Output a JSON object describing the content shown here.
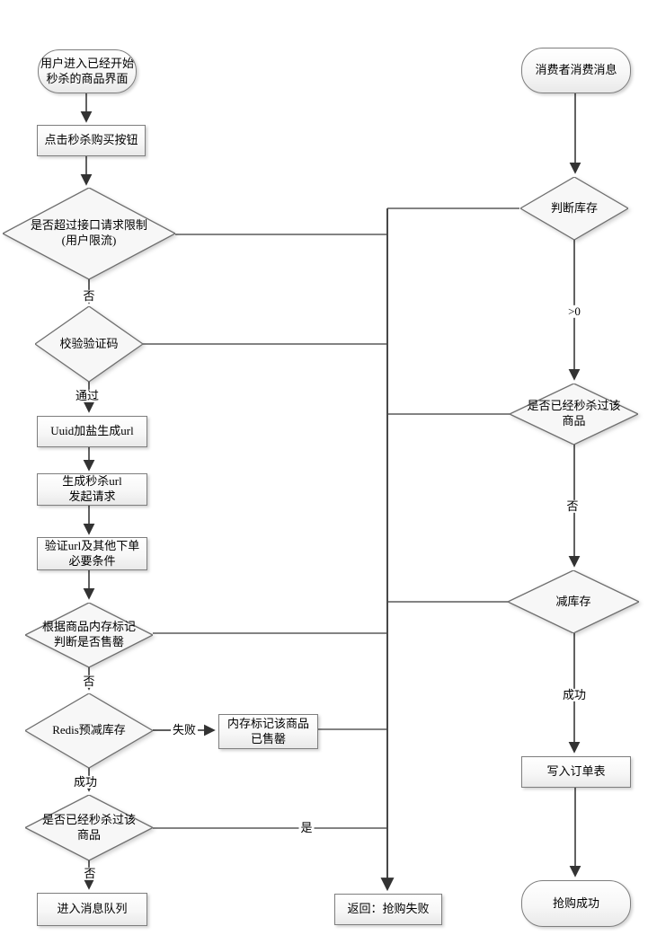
{
  "diagram": {
    "type": "flowchart",
    "language": "zh-CN",
    "colors": {
      "background": "#ffffff",
      "node_fill_top": "#ffffff",
      "node_fill_bottom": "#e9e9e9",
      "node_border": "#7e7e7e",
      "line": "#474747",
      "arrowhead": "#333333",
      "text": "#000000"
    },
    "nodes": {
      "user_enter": {
        "shape": "terminator",
        "label": "用户进入已经开始\n秒杀的商品界面"
      },
      "click_buy": {
        "shape": "process",
        "label": "点击秒杀购买按钮"
      },
      "rate_limit": {
        "shape": "decision",
        "label": "是否超过接口请求限制\n(用户限流)"
      },
      "captcha": {
        "shape": "decision",
        "label": "校验验证码"
      },
      "uuid_url": {
        "shape": "process",
        "label": "Uuid加盐生成url"
      },
      "gen_url": {
        "shape": "process",
        "label": "生成秒杀url\n发起请求"
      },
      "verify_url": {
        "shape": "process",
        "label": "验证url及其他下单\n必要条件"
      },
      "mem_check": {
        "shape": "decision",
        "label": "根据商品内存标记\n判断是否售罄"
      },
      "redis_decr": {
        "shape": "decision",
        "label": "Redis预减库存"
      },
      "mark_sold": {
        "shape": "process",
        "label": "内存标记该商品\n已售罄"
      },
      "killed_left": {
        "shape": "decision",
        "label": "是否已经秒杀过该\n商品"
      },
      "enqueue": {
        "shape": "process",
        "label": "进入消息队列"
      },
      "fail_return": {
        "shape": "process",
        "label": "返回：抢购失败"
      },
      "consumer": {
        "shape": "terminator",
        "label": "消费者消费消息"
      },
      "stock_check": {
        "shape": "decision",
        "label": "判断库存"
      },
      "killed_right": {
        "shape": "decision",
        "label": "是否已经秒杀过该\n商品"
      },
      "decr_stock": {
        "shape": "decision",
        "label": "减库存"
      },
      "write_order": {
        "shape": "process",
        "label": "写入订单表"
      },
      "success": {
        "shape": "terminator",
        "label": "抢购成功"
      }
    },
    "edge_labels": {
      "no1": "否",
      "pass": "通过",
      "no2": "否",
      "fail": "失败",
      "success1": "成功",
      "no3": "否",
      "yes": "是",
      "gt0": ">0",
      "no4": "否",
      "success2": "成功"
    }
  }
}
